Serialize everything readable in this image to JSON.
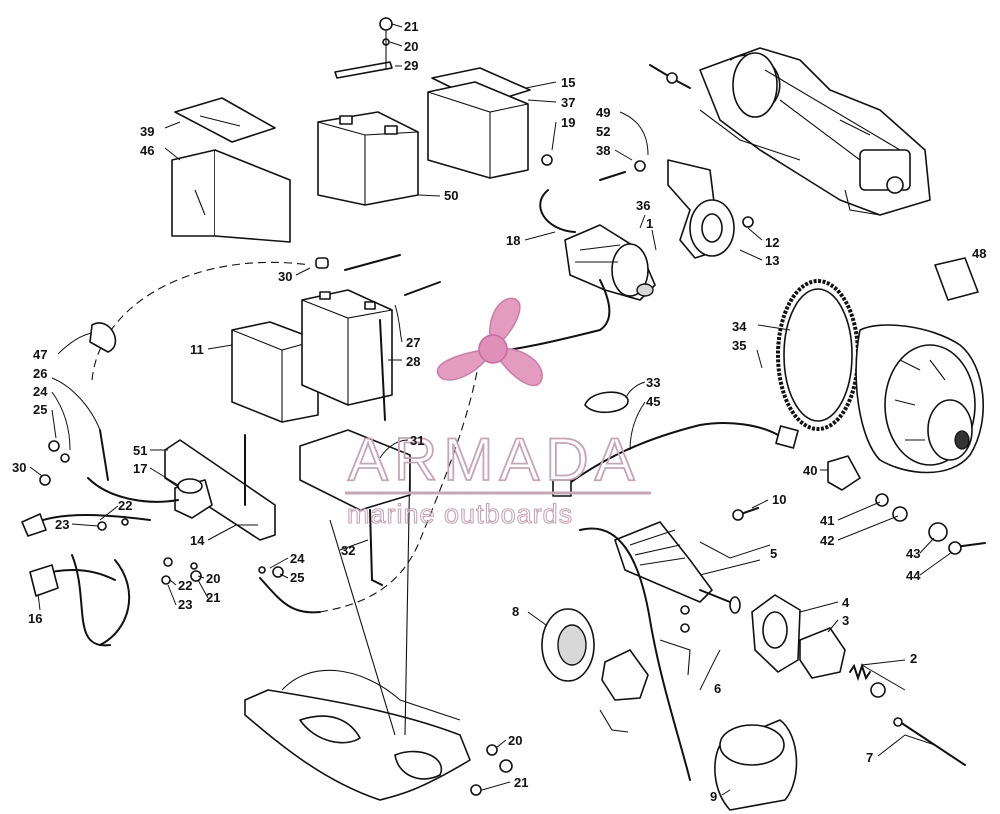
{
  "watermark": {
    "brand": "ARMADA",
    "tagline": "marine outboards",
    "accent_color": "#e39cc0",
    "outline_color": "#c7a5b6",
    "icon": "propeller-logo-icon"
  },
  "callouts": [
    {
      "id": "c21a",
      "label": "21"
    },
    {
      "id": "c20a",
      "label": "20"
    },
    {
      "id": "c29",
      "label": "29"
    },
    {
      "id": "c15",
      "label": "15"
    },
    {
      "id": "c37",
      "label": "37"
    },
    {
      "id": "c19",
      "label": "19"
    },
    {
      "id": "c39",
      "label": "39"
    },
    {
      "id": "c46",
      "label": "46"
    },
    {
      "id": "c50",
      "label": "50"
    },
    {
      "id": "c49",
      "label": "49"
    },
    {
      "id": "c52",
      "label": "52"
    },
    {
      "id": "c38",
      "label": "38"
    },
    {
      "id": "c36",
      "label": "36"
    },
    {
      "id": "c1",
      "label": "1"
    },
    {
      "id": "c18",
      "label": "18"
    },
    {
      "id": "c12",
      "label": "12"
    },
    {
      "id": "c13",
      "label": "13"
    },
    {
      "id": "c48",
      "label": "48"
    },
    {
      "id": "c30a",
      "label": "30"
    },
    {
      "id": "c11",
      "label": "11"
    },
    {
      "id": "c27",
      "label": "27"
    },
    {
      "id": "c28",
      "label": "28"
    },
    {
      "id": "c34",
      "label": "34"
    },
    {
      "id": "c35",
      "label": "35"
    },
    {
      "id": "c47",
      "label": "47"
    },
    {
      "id": "c26",
      "label": "26"
    },
    {
      "id": "c24a",
      "label": "24"
    },
    {
      "id": "c25a",
      "label": "25"
    },
    {
      "id": "c33",
      "label": "33"
    },
    {
      "id": "c45",
      "label": "45"
    },
    {
      "id": "c30b",
      "label": "30"
    },
    {
      "id": "c51",
      "label": "51"
    },
    {
      "id": "c17",
      "label": "17"
    },
    {
      "id": "c31",
      "label": "31"
    },
    {
      "id": "c22a",
      "label": "22"
    },
    {
      "id": "c23a",
      "label": "23"
    },
    {
      "id": "c14",
      "label": "14"
    },
    {
      "id": "c40",
      "label": "40"
    },
    {
      "id": "c10",
      "label": "10"
    },
    {
      "id": "c41",
      "label": "41"
    },
    {
      "id": "c42",
      "label": "42"
    },
    {
      "id": "c32",
      "label": "32"
    },
    {
      "id": "c24b",
      "label": "24"
    },
    {
      "id": "c25b",
      "label": "25"
    },
    {
      "id": "c20b",
      "label": "20"
    },
    {
      "id": "c21b",
      "label": "21"
    },
    {
      "id": "c22b",
      "label": "22"
    },
    {
      "id": "c23b",
      "label": "23"
    },
    {
      "id": "c16",
      "label": "16"
    },
    {
      "id": "c5",
      "label": "5"
    },
    {
      "id": "c43",
      "label": "43"
    },
    {
      "id": "c44",
      "label": "44"
    },
    {
      "id": "c8",
      "label": "8"
    },
    {
      "id": "c4",
      "label": "4"
    },
    {
      "id": "c3",
      "label": "3"
    },
    {
      "id": "c2",
      "label": "2"
    },
    {
      "id": "c6",
      "label": "6"
    },
    {
      "id": "c20c",
      "label": "20"
    },
    {
      "id": "c21c",
      "label": "21"
    },
    {
      "id": "c7",
      "label": "7"
    },
    {
      "id": "c9",
      "label": "9"
    }
  ]
}
